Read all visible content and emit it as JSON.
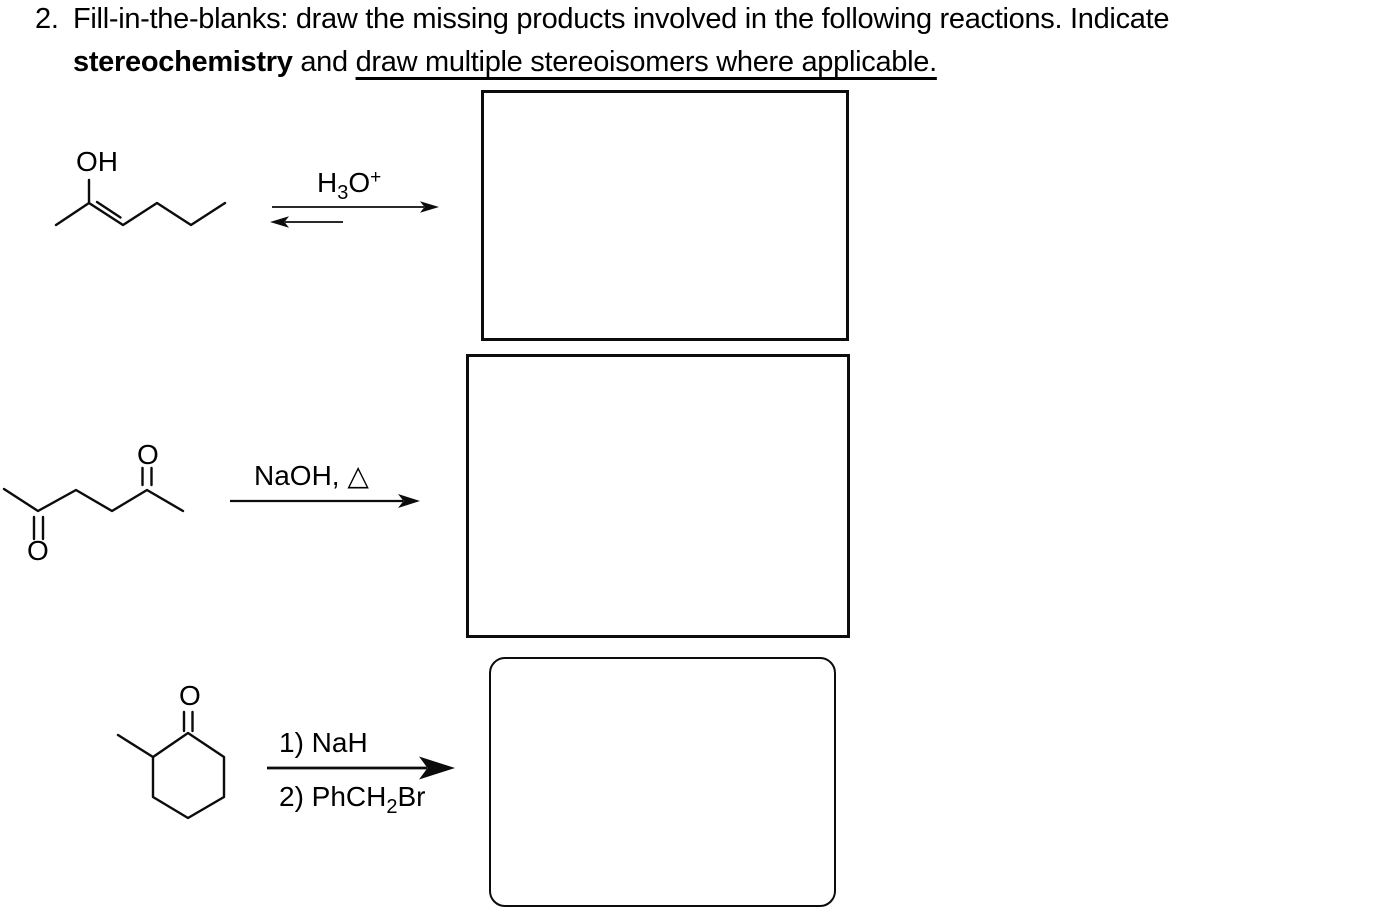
{
  "title": {
    "number": "2.",
    "line1": "Fill-in-the-blanks: draw the missing products involved in the following reactions. Indicate",
    "line2_bold": "stereochemistry",
    "line2_mid": " and ",
    "line2_underline": "draw multiple stereoisomers where applicable."
  },
  "reaction1": {
    "molecule": "enol-hex-2-en-2-ol",
    "oh_label": "OH",
    "arrow_type": "equilibrium",
    "reagent": {
      "base1": "H",
      "sub": "3",
      "base2": "O",
      "sup": "+"
    }
  },
  "reaction2": {
    "molecule": "hexane-2,5-dione",
    "o_top_label": "O",
    "o_bottom_label": "O",
    "arrow_type": "forward",
    "reagent": "NaOH, △"
  },
  "reaction3": {
    "molecule": "2-methylcyclohexanone",
    "o_label": "O",
    "arrow_type": "forward-bold",
    "step1": "1) NaH",
    "step2_pre": "2) PhCH",
    "step2_sub": "2",
    "step2_post": "Br"
  },
  "answer_boxes": [
    {
      "id": 1,
      "shape": "rectangle"
    },
    {
      "id": 2,
      "shape": "rectangle"
    },
    {
      "id": 3,
      "shape": "rounded-rectangle"
    }
  ],
  "colors": {
    "ink": "#0c0c0c",
    "paper": "#ffffff"
  }
}
